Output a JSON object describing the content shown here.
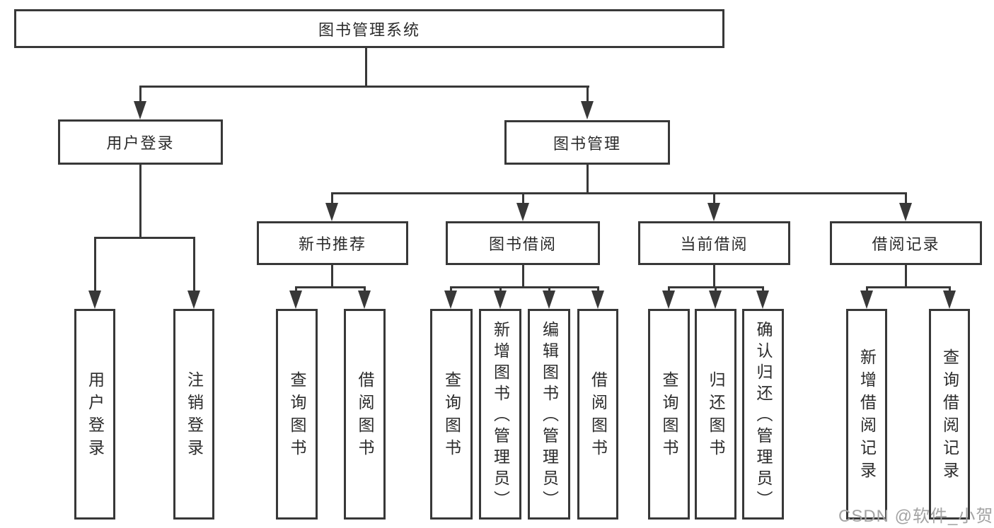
{
  "tree": {
    "root": {
      "label": "图书管理系统",
      "children": [
        {
          "label": "用户登录",
          "children": [
            {
              "label": "用户登录"
            },
            {
              "label": "注销登录"
            }
          ]
        },
        {
          "label": "图书管理",
          "children": [
            {
              "label": "新书推荐",
              "children": [
                {
                  "label": "查询图书"
                },
                {
                  "label": "借阅图书"
                }
              ]
            },
            {
              "label": "图书借阅",
              "children": [
                {
                  "label": "查询图书"
                },
                {
                  "label": "新增图书（管理员）"
                },
                {
                  "label": "编辑图书（管理员）"
                },
                {
                  "label": "借阅图书"
                }
              ]
            },
            {
              "label": "当前借阅",
              "children": [
                {
                  "label": "查询图书"
                },
                {
                  "label": "归还图书"
                },
                {
                  "label": "确认归还（管理员）"
                }
              ]
            },
            {
              "label": "借阅记录",
              "children": [
                {
                  "label": "新增借阅记录"
                },
                {
                  "label": "查询借阅记录"
                }
              ]
            }
          ]
        }
      ]
    }
  },
  "watermark": {
    "text": "CSDN @软件_小贺同学"
  },
  "colors": {
    "line": "#383838",
    "box_border": "#383838",
    "text": "#2b2b2b",
    "watermark": "#a3a3a3",
    "background": "#ffffff"
  }
}
